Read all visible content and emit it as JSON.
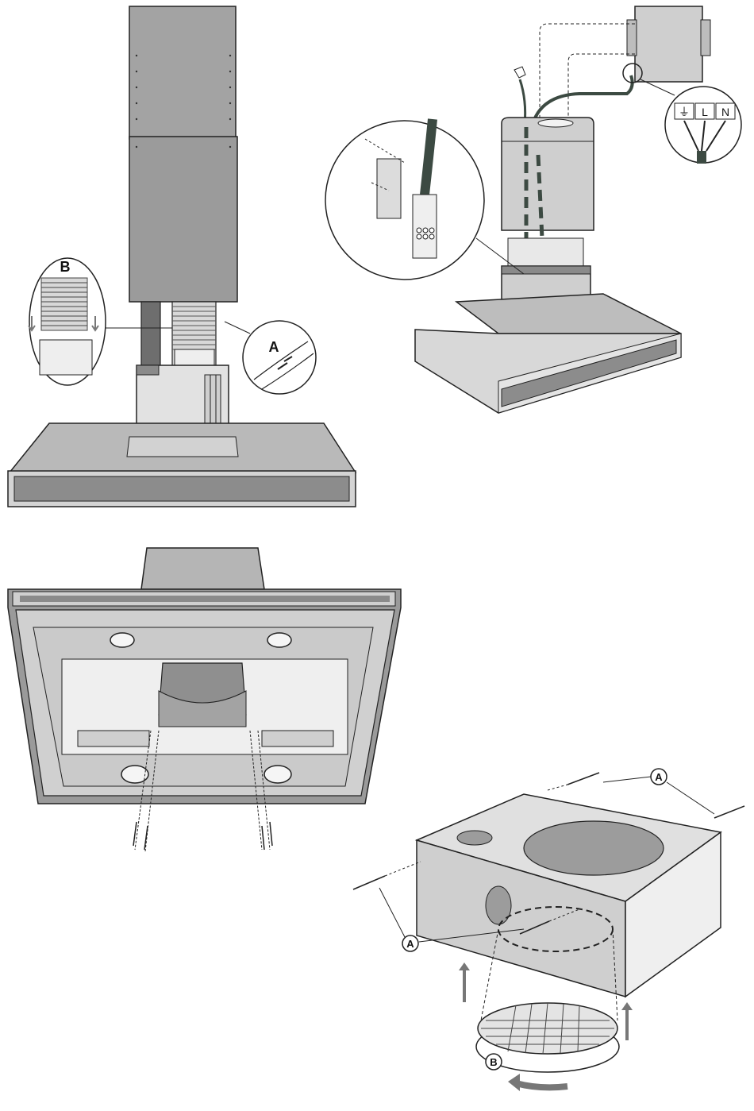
{
  "figure1": {
    "callout_a": "A",
    "callout_b": "B"
  },
  "figure2": {
    "terminal_earth": "⏚",
    "terminal_l": "L",
    "terminal_n": "N"
  },
  "figure4": {
    "label_a_top": "A",
    "label_a_left": "A",
    "label_b": "B"
  },
  "colors": {
    "outline": "#222222",
    "dark_gray": "#8a8a8a",
    "mid_gray": "#bdbdbd",
    "light_gray": "#dedede",
    "cable": "#3c4a42"
  }
}
